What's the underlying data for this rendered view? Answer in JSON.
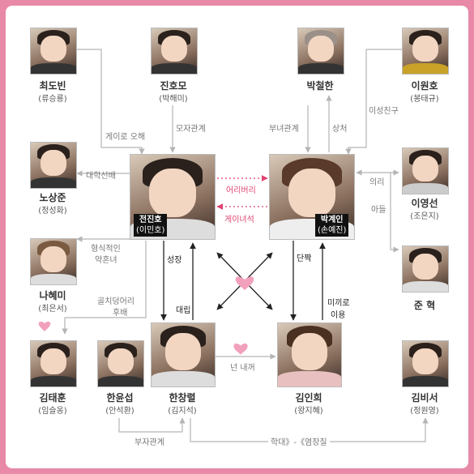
{
  "colors": {
    "frame": "#e889a8",
    "arrow_gray": "#b5b5b5",
    "arrow_dark": "#222222",
    "pink": "#e0436f"
  },
  "chars": {
    "choi": {
      "name": "최도빈",
      "actor": "(류승룡)"
    },
    "jinho": {
      "name": "진호모",
      "actor": "(박해미)"
    },
    "park": {
      "name": "박철한",
      "actor": ""
    },
    "lee": {
      "name": "이원호",
      "actor": "(봉태규)"
    },
    "nosang": {
      "name": "노상준",
      "actor": "(정성화)"
    },
    "jinjin": {
      "name": "전진호",
      "actor": "(이민호)"
    },
    "gyein": {
      "name": "박계인",
      "actor": "(손예진)"
    },
    "youngsun": {
      "name": "이영선",
      "actor": "(조은지)"
    },
    "nahye": {
      "name": "나혜미",
      "actor": "(최은서)"
    },
    "junhyuk": {
      "name": "준 혁",
      "actor": ""
    },
    "taehun": {
      "name": "김태훈",
      "actor": "(임슬옹)"
    },
    "yoonsub": {
      "name": "한윤섭",
      "actor": "(안석환)"
    },
    "changryul": {
      "name": "한창렬",
      "actor": "(김지석)"
    },
    "inhee": {
      "name": "김인희",
      "actor": "(왕지혜)"
    },
    "bisuh": {
      "name": "김비서",
      "actor": "(정원영)"
    }
  },
  "rel": {
    "gay_misunderstand": "게이로 오해",
    "mother_son": "모자관계",
    "father_daughter": "부녀관계",
    "wife": "상처",
    "opposite_friend": "이성친구",
    "college_senior": "대학선배",
    "fool_her": "어리버리",
    "gay_woman": "게이녀석",
    "righteous": "의리",
    "son": "아들",
    "formal_fiance_1": "형식적인",
    "formal_fiance_2": "약혼녀",
    "growth": "성장",
    "crush": "단짝",
    "headache_junior_1": "골치덩어리",
    "headache_junior_2": "후배",
    "rival": "대립",
    "lure_1": "미끼로",
    "lure_2": "이용",
    "you_are_mine": "넌 내꺼",
    "father_son": "부자관계",
    "abuse": "학대》-《염장질"
  }
}
